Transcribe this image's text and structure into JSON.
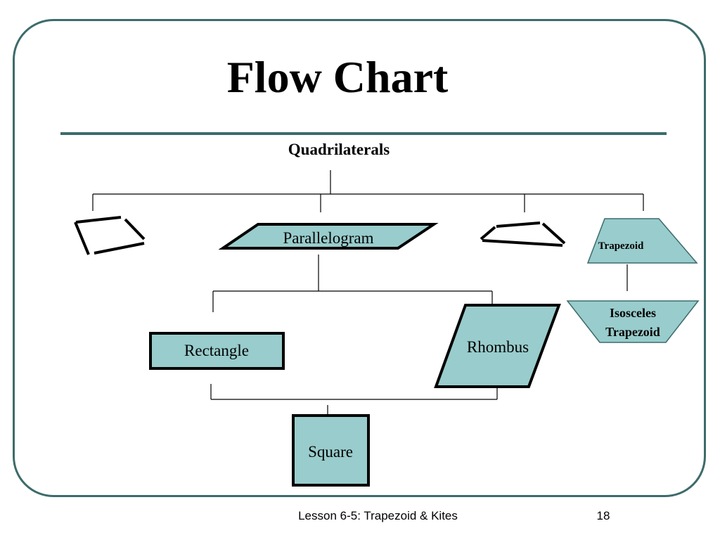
{
  "slide": {
    "title": "Flow Chart",
    "footer": "Lesson 6-5: Trapezoid & Kites",
    "page_number": "18"
  },
  "diagram": {
    "root": "Quadrilaterals",
    "nodes": {
      "parallelogram": "Parallelogram",
      "rectangle": "Rectangle",
      "rhombus": "Rhombus",
      "square": "Square",
      "trapezoid": "Trapezoid",
      "isosceles_trapezoid_line1": "Isosceles",
      "isosceles_trapezoid_line2": "Trapezoid"
    }
  },
  "colors": {
    "node_fill": "#99cccc",
    "border_accent": "#3d6b6b",
    "stroke": "#000000"
  }
}
